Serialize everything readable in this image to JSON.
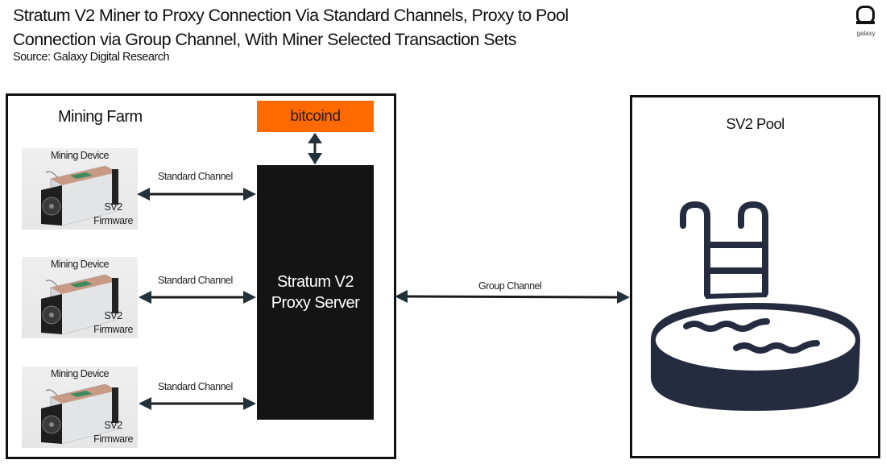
{
  "header": {
    "title_line1": "Stratum V2 Miner to Proxy Connection Via Standard Channels, Proxy to Pool",
    "title_line2": "Connection via Group Channel, With Miner Selected Transaction Sets",
    "source": "Source: Galaxy Digital Research"
  },
  "logo": {
    "icon": "galaxy-logo-icon",
    "text": "galaxy"
  },
  "mining_farm": {
    "label": "Mining Farm",
    "devices": [
      {
        "label": "Mining Device",
        "firmware_line1": "SV2",
        "firmware_line2": "Firmware",
        "channel": "Standard Channel"
      },
      {
        "label": "Mining Device",
        "firmware_line1": "SV2",
        "firmware_line2": "Firmware",
        "channel": "Standard Channel"
      },
      {
        "label": "Mining Device",
        "firmware_line1": "SV2",
        "firmware_line2": "Firmware",
        "channel": "Standard Channel"
      }
    ],
    "bitcoind": {
      "label": "bitcoind",
      "color": "#ff6a00"
    },
    "proxy": {
      "line1": "Stratum V2",
      "line2": "Proxy Server",
      "color": "#141414"
    }
  },
  "connection": {
    "label": "Group Channel"
  },
  "pool": {
    "label": "SV2 Pool",
    "icon": "swimming-pool-icon",
    "icon_color": "#262c40"
  }
}
